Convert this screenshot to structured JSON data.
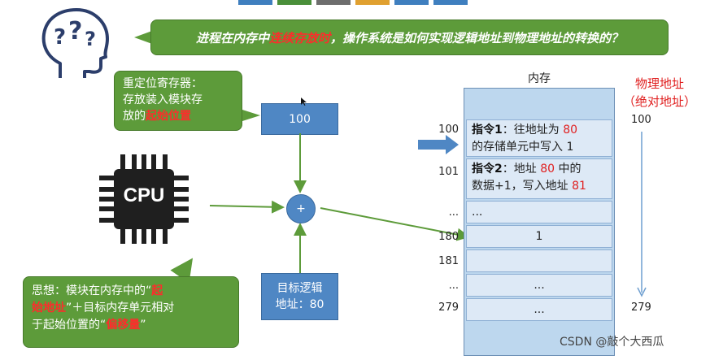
{
  "top_bar_colors": [
    "#3f7fbf",
    "#4a8f3a",
    "#6e6e6e",
    "#e0a030",
    "#3f7fbf",
    "#3f7fbf"
  ],
  "question": {
    "prefix": "进程在内存中",
    "highlight": "连续存放时",
    "suffix": "，操作系统是如何实现逻辑地址到物理地址的转换的？"
  },
  "relocation_note": {
    "line1": "重定位寄存器：",
    "line2": "存放装入模块存",
    "line3_prefix": "放的",
    "line3_highlight": "起始位置"
  },
  "relocation_register_value": "100",
  "cpu_label": "CPU",
  "adder_symbol": "+",
  "logical_address": {
    "line1": "目标逻辑",
    "line2": "地址：80"
  },
  "idea_note": {
    "l1_prefix": "思想：模块在内存中的“",
    "l1_highlight": "起",
    "l2_highlight": "始地址",
    "l2_suffix": "”＋目标内存单元相对",
    "l3_prefix": "于起始位置的“",
    "l3_highlight": "偏移量",
    "l3_suffix": "”"
  },
  "memory": {
    "title": "内存",
    "instr1": {
      "label": "指令1",
      "text_a": "：往地址为 ",
      "addr": "80",
      "text_b": "的存储单元中写入 1"
    },
    "instr2": {
      "label": "指令2",
      "text_a": "：地址 ",
      "addr": "80",
      "text_b": " 中的",
      "text_c": "数据+1，写入地址 ",
      "addr2": "81"
    },
    "cell_dots": "...",
    "cell_180_value": "1",
    "cell_after_181": "...",
    "cell_279": "..."
  },
  "addresses": [
    "100",
    "101",
    "...",
    "180",
    "181",
    "...",
    "279"
  ],
  "physical": {
    "title_line1": "物理地址",
    "title_line2": "（绝对地址）",
    "start": "100",
    "end": "279"
  },
  "watermark": "CSDN @敲个大西瓜"
}
